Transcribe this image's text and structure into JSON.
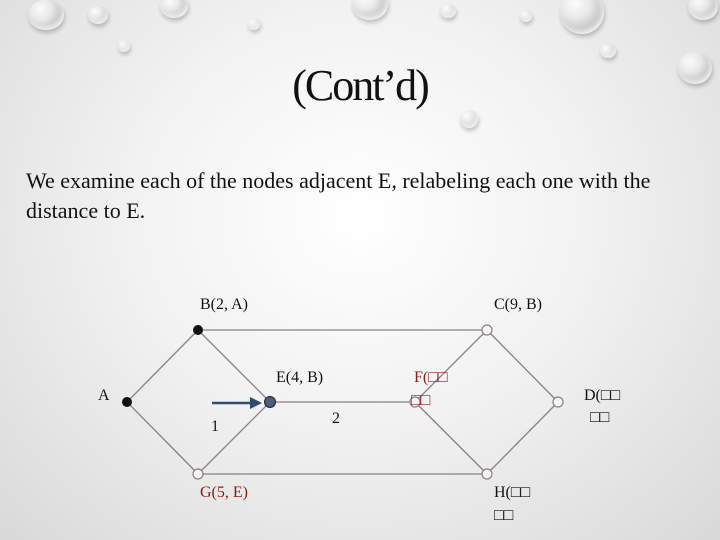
{
  "slide": {
    "title": "(Cont’d)",
    "body": "We examine each of the nodes adjacent E, relabeling each one with the distance  to E."
  },
  "graph": {
    "labels": {
      "A": "A",
      "B": "B(2, A)",
      "C": "C(9, B)",
      "E": "E(4, B)",
      "F1": "F(□□",
      "F2": "□□",
      "D1": "D(□□",
      "D2": "□□",
      "G": "G(5, E)",
      "H1": "H(□□",
      "H2": "□□",
      "w1": "1",
      "w2": "2"
    },
    "colors": {
      "edge": "#8c7f86",
      "node_black": "#111111",
      "node_blue": "#4a5f7a",
      "node_white": "#f4f4f4",
      "arrow": "#2e4a72",
      "label_red": "#8b1a1a"
    }
  }
}
